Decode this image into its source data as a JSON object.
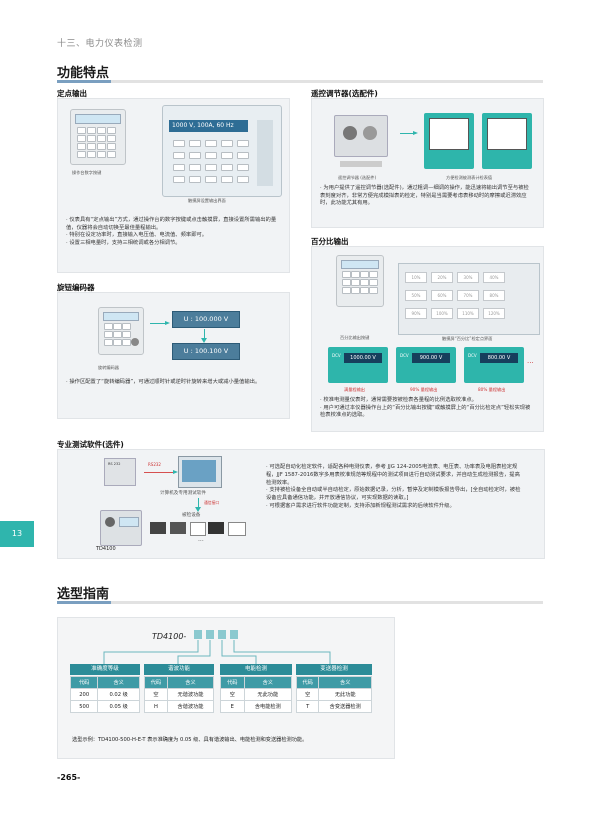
{
  "chapter": "十三、电力仪表检测",
  "side_tab": "13",
  "page_number": "-265-",
  "section_features": "功能特点",
  "section_selection": "选型指南",
  "fixed_output": {
    "title": "定点输出",
    "caption_left": "操作台数字按键",
    "caption_right": "触摸屏设置输出界面",
    "screen_value": "1000 V, 100A, 60 Hz",
    "bullets": [
      "· 仪表具有“定点输出”方式，通过操作台的数字按键或点击触摸屏，直接设置所需输出的量值，仪器将会自动切换至最佳量程输出。",
      "· 特别在设定功率时，直接输入电压值、电流值、频率即可。",
      "· 设置三相电量时，支持三相统调或各分相调节。"
    ]
  },
  "rotary": {
    "title": "旋钮编码器",
    "caption": "旋转编码器",
    "value_top": "U : 100.000 V",
    "value_bottom": "U : 100.100 V",
    "bullets": [
      "· 操作区配置了“旋转编码器”，可通过顺时针或逆时针旋转来增大或减小量值输出。"
    ]
  },
  "remote": {
    "title": "遥控调节器(选配件)",
    "caption_left": "遥控调节器  (选配件)",
    "caption_right": "方便检测被测表计检表值",
    "bullets": [
      "· 为用户提供了遥控调节器(选配件)，通过粗调—细调的操作，能迅速将输出调节至与被检表刻度对齐，非常方便完成模拟表的检定，特别是当需要考虑表移动时的摩擦或迟滞效应时，此功能尤其有用。"
    ]
  },
  "percent": {
    "title": "百分比输出",
    "caption_left": "百分比输出按键",
    "caption_right": "触摸屏“百分比”检定点界面",
    "screen_cells": [
      "10%",
      "20%",
      "30%",
      "40%",
      "50%",
      "60%",
      "70%",
      "80%",
      "90%",
      "100%",
      "110%",
      "120%"
    ],
    "meters": [
      {
        "label": "DCV",
        "value": "1000.00 V",
        "caption": "满量程输出"
      },
      {
        "label": "DCV",
        "value": "900.00 V",
        "caption": "90% 量程输出"
      },
      {
        "label": "DCV",
        "value": "800.00 V",
        "caption": "80% 量程输出"
      }
    ],
    "ellipsis": "...",
    "bullets": [
      "· 校准电测量仪表时，通常需要按被检表各量程的比例选取校准点。",
      "· 用户可通过本仪器操作台上的“百分比输出按键”或触摸屏上的“百分比检定点”轻松实现被检表校准点的选取。"
    ]
  },
  "software": {
    "title": "专业测试软件(选件)",
    "rs232": "RS232",
    "lan": "通信接口",
    "pc_caption": "计算机及专用测试软件",
    "devices_caption": "被检设备",
    "device_model": "TD4100",
    "top_device": "RS 232",
    "ellipsis": "...",
    "bullets": [
      "· 可选配自动化检定软件，适配各种电测仪表，参考 JJG 124-2005电流表、电压表、功率表及电阻表检定规程，JJF 1587-2016数字多用表校准规范等规程中的测试项目进行自动测试要求，并自动生成检测报告，提高检测效率。",
      "· 支持被检设备全自动或半自动检定，原始数据记录，分析，暂停及定制模板报告导出，[全自动检定时，被检设备应具备通信功能，并开放通信协议，可实现数据的读取。]",
      "· 可根据客户需求进行软件功能定制，支持添加新规程测试需求的后续软件升级。"
    ]
  },
  "selection": {
    "model_prefix": "TD4100-",
    "groups": [
      {
        "title": "准确度等级",
        "head": [
          "代码",
          "含义"
        ],
        "rows": [
          [
            "200",
            "0.02 级"
          ],
          [
            "500",
            "0.05 级"
          ]
        ]
      },
      {
        "title": "谐波功能",
        "head": [
          "代码",
          "含义"
        ],
        "rows": [
          [
            "空",
            "无谐波功能"
          ],
          [
            "H",
            "含谐波功能"
          ]
        ]
      },
      {
        "title": "电能检测",
        "head": [
          "代码",
          "含义"
        ],
        "rows": [
          [
            "空",
            "无此功能"
          ],
          [
            "E",
            "含电能检测"
          ]
        ]
      },
      {
        "title": "变送器检测",
        "head": [
          "代码",
          "含义"
        ],
        "rows": [
          [
            "空",
            "无此功能"
          ],
          [
            "T",
            "含变送器检测"
          ]
        ]
      }
    ],
    "example": "选型示例：TD4100-500-H-E-T 表示准确度为 0.05 级、具有谐波输出、电能检测和变送器检测功能。"
  },
  "colors": {
    "accent": "#2fb5ad",
    "table_head": "#2c8c98",
    "panel": "#f1f3f5"
  }
}
